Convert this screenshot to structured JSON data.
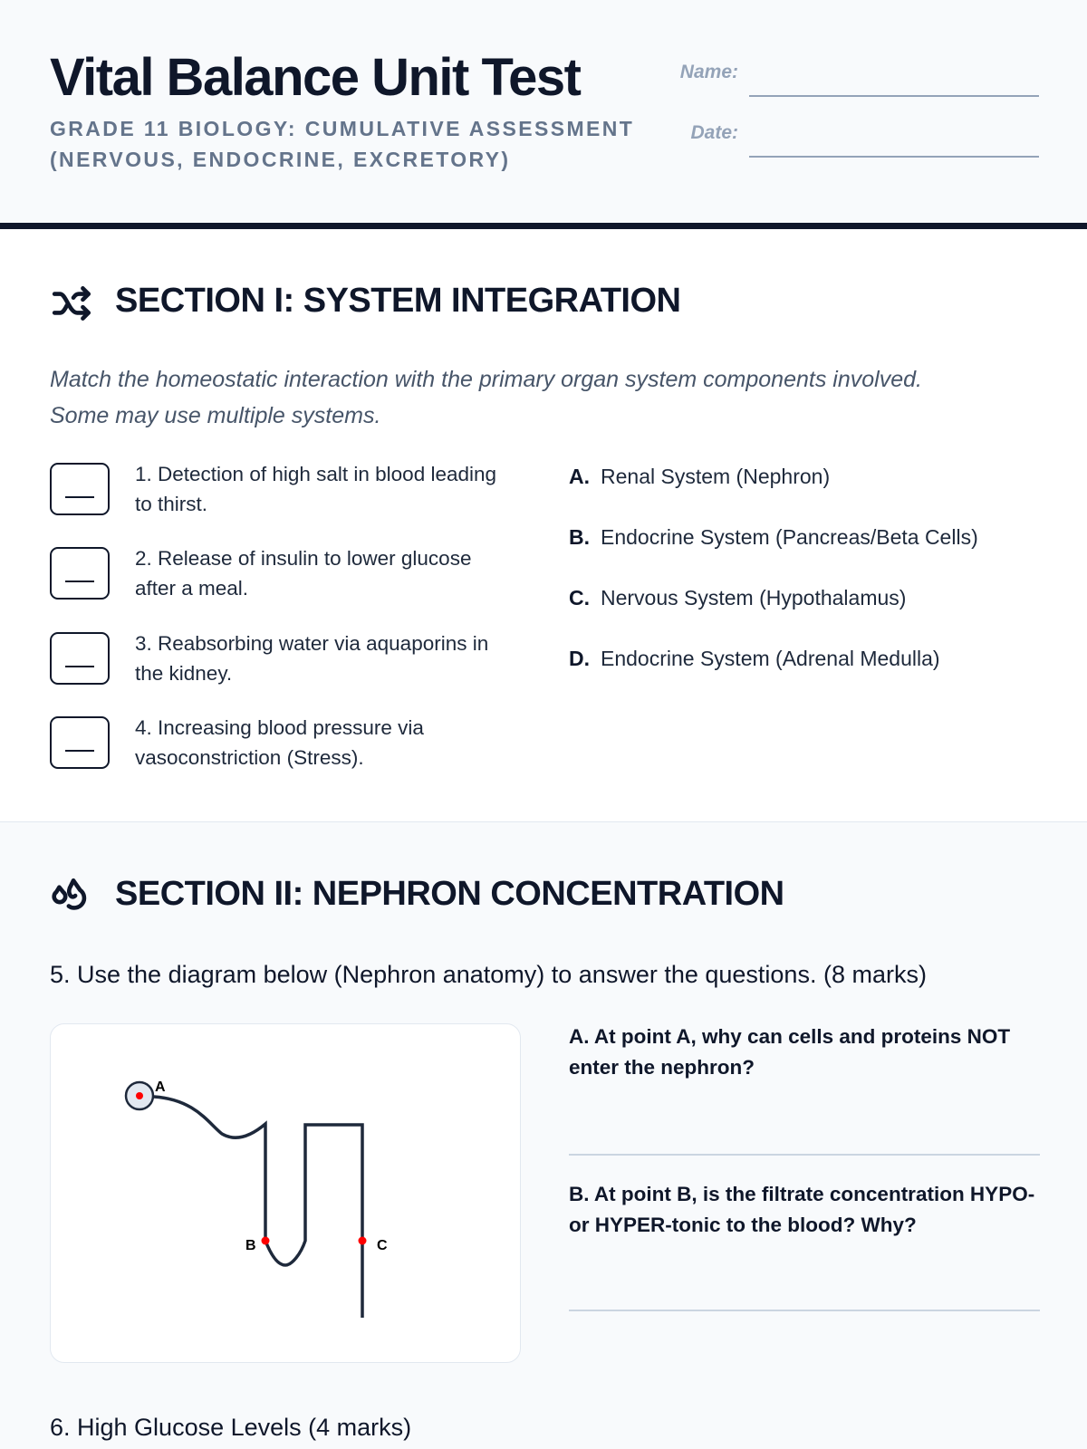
{
  "header": {
    "title": "Vital Balance Unit Test",
    "subtitle_line1": "GRADE 11 BIOLOGY: CUMULATIVE ASSESSMENT",
    "subtitle_line2": "(NERVOUS, ENDOCRINE, EXCRETORY)",
    "name_label": "Name:",
    "date_label": "Date:"
  },
  "section1": {
    "icon": "shuffle-icon",
    "heading": "SECTION I: SYSTEM INTEGRATION",
    "instruction_line1": "Match the homeostatic interaction with the primary organ system components involved.",
    "instruction_line2": "Some may use multiple systems.",
    "items": [
      {
        "l1": "1. Detection of high salt in blood leading",
        "l2": "to thirst."
      },
      {
        "l1": "2. Release of insulin to lower glucose",
        "l2": "after a meal."
      },
      {
        "l1": "3. Reabsorbing water via aquaporins in",
        "l2": "the kidney."
      },
      {
        "l1": "4. Increasing blood pressure via",
        "l2": "vasoconstriction (Stress)."
      }
    ],
    "options": [
      {
        "letter": "A.",
        "text": "Renal System (Nephron)"
      },
      {
        "letter": "B.",
        "text": "Endocrine System (Pancreas/Beta Cells)"
      },
      {
        "letter": "C.",
        "text": "Nervous System (Hypothalamus)"
      },
      {
        "letter": "D.",
        "text": "Endocrine System (Adrenal Medulla)"
      }
    ]
  },
  "section2": {
    "icon": "water-drops-icon",
    "heading": "SECTION II: NEPHRON CONCENTRATION",
    "q5": "5. Use the diagram below (Nephron anatomy) to answer the questions. (8 marks)",
    "diagram": {
      "label_a": "A",
      "label_b": "B",
      "label_c": "C"
    },
    "qa": {
      "l1": "A. At point A, why can cells and proteins NOT",
      "l2": "enter the nephron?"
    },
    "qb": {
      "l1": "B. At point B, is the filtrate concentration HYPO-",
      "l2": "or HYPER-tonic to the blood? Why?"
    },
    "q6": "6. High Glucose Levels (4 marks)"
  },
  "colors": {
    "ink": "#0f172a",
    "muted": "#64748b",
    "marker": "#ff0000"
  }
}
